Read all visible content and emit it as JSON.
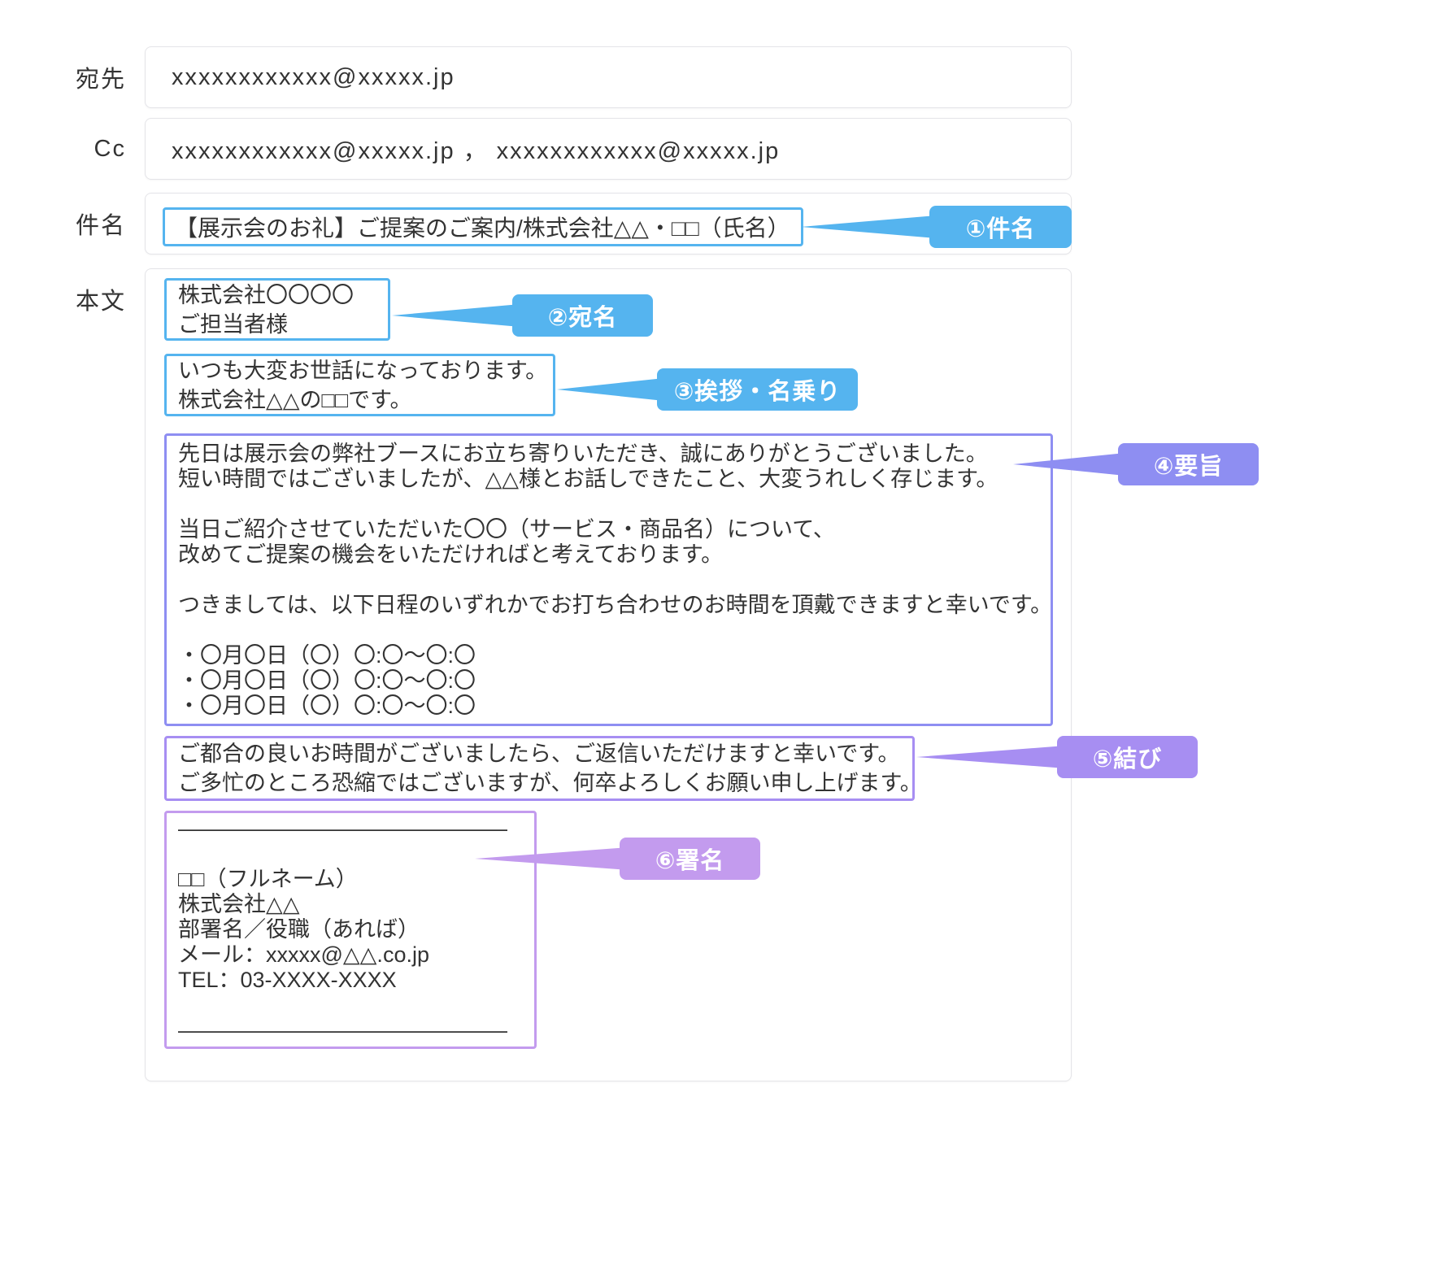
{
  "colors": {
    "blue": "#55b4ef",
    "periwinkle": "#8e8ef2",
    "purple": "#a78ef2",
    "violet": "#c39bee",
    "field_border": "#e4e4e8",
    "text": "#333333"
  },
  "fields": {
    "to": {
      "label": "宛先",
      "value": "xxxxxxxxxxxx@xxxxx.jp"
    },
    "cc": {
      "label": "Cc",
      "value": "xxxxxxxxxxxx@xxxxx.jp ， xxxxxxxxxxxx@xxxxx.jp"
    },
    "subject": {
      "label": "件名",
      "value": "【展示会のお礼】ご提案のご案内/株式会社△△・□□（氏名）"
    },
    "body": {
      "label": "本文"
    }
  },
  "body_sections": {
    "recipient": {
      "lines": [
        "株式会社〇〇〇〇",
        "ご担当者様"
      ]
    },
    "greeting": {
      "lines": [
        "いつも大変お世話になっております。",
        "株式会社△△の□□です。"
      ]
    },
    "main": {
      "lines": [
        "先日は展示会の弊社ブースにお立ち寄りいただき、誠にありがとうございました。",
        "短い時間ではございましたが、△△様とお話しできたこと、大変うれしく存じます。",
        "",
        "当日ご紹介させていただいた〇〇（サービス・商品名）について、",
        "改めてご提案の機会をいただければと考えております。",
        "",
        "つきましては、以下日程のいずれかでお打ち合わせのお時間を頂戴できますと幸いです。",
        "",
        "・〇月〇日（〇）〇:〇～〇:〇",
        "・〇月〇日（〇）〇:〇～〇:〇",
        "・〇月〇日（〇）〇:〇～〇:〇"
      ]
    },
    "closing": {
      "lines": [
        "ご都合の良いお時間がございましたら、ご返信いただけますと幸いです。",
        "ご多忙のところ恐縮ではございますが、何卒よろしくお願い申し上げます。"
      ]
    },
    "signature": {
      "lines": [
        "———————————————",
        "",
        "□□（フルネーム）",
        "株式会社△△",
        "部署名／役職（あれば）",
        "メール：xxxxx@△△.co.jp",
        "TEL：03-XXXX-XXXX",
        "",
        "———————————————"
      ]
    }
  },
  "annotations": {
    "subject": {
      "label": "①件名",
      "color": "#55b4ef"
    },
    "recipient": {
      "label": "②宛名",
      "color": "#55b4ef"
    },
    "greeting": {
      "label": "③挨拶・名乗り",
      "color": "#55b4ef"
    },
    "main": {
      "label": "④要旨",
      "color": "#8e8ef2"
    },
    "closing": {
      "label": "⑤結び",
      "color": "#a78ef2"
    },
    "signature": {
      "label": "⑥署名",
      "color": "#c39bee"
    }
  }
}
